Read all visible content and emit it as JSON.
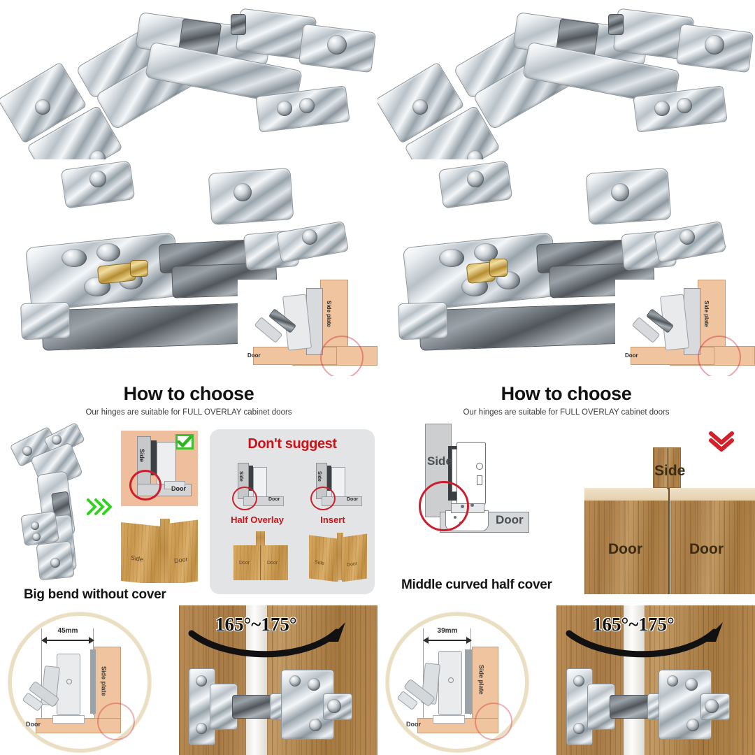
{
  "sections": {
    "left": {
      "heading": "How to choose",
      "subheading": "Our hinges are suitable for FULL OVERLAY cabinet doors",
      "caption": "Big bend without cover",
      "good_panel": {
        "side_label": "Side",
        "door_label": "Door",
        "check_icon": "green-check-icon"
      },
      "wood_corner": {
        "side_label": "Side",
        "door_label": "Door"
      },
      "dont_suggest": {
        "title": "Don't suggest",
        "items": [
          {
            "label": "Half  Overlay",
            "side_label": "Side",
            "door_label": "Door"
          },
          {
            "label": "Insert",
            "side_label": "Side",
            "door_label": "Door"
          }
        ],
        "wood_half": {
          "left_label": "Door",
          "right_label": "Door"
        },
        "wood_insert": {
          "left_label": "Side",
          "right_label": "Door"
        }
      },
      "measure": {
        "value": "45mm",
        "side_plate_label": "Side plate",
        "door_label": "Door"
      },
      "angle": "165°~175°"
    },
    "right": {
      "heading": "How to choose",
      "subheading": "Our hinges are suitable for FULL OVERLAY cabinet doors",
      "caption": "Middle curved half cover",
      "diagram": {
        "side_label": "Side",
        "door_label": "Door"
      },
      "wood_panel": {
        "side_label": "Side",
        "door_left_label": "Door",
        "door_right_label": "Door",
        "chevron_icon": "red-double-chevron-down-icon"
      },
      "measure": {
        "value": "39mm",
        "side_plate_label": "Side plate",
        "door_label": "Door"
      },
      "angle": "165°~175°"
    }
  },
  "inset_diagrams": {
    "top_left": {
      "side_plate_label": "Side plate",
      "door_label": "Door"
    },
    "top_right": {
      "side_plate_label": "Side plate",
      "door_label": "Door"
    }
  },
  "colors": {
    "peach": "#efbe9d",
    "gray_panel": "#e2e4e5",
    "red": "#cc1216",
    "green": "#3fbf2f",
    "ring_red": "#cc1f2e",
    "wood": "#c9984f"
  }
}
